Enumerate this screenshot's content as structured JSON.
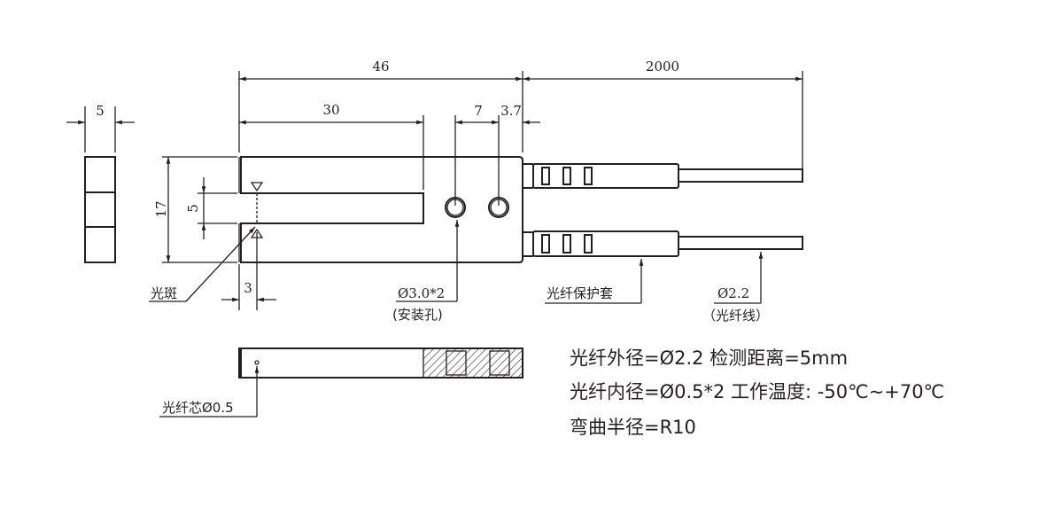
{
  "dimensions": {
    "total_length": "46",
    "cable_length": "2000",
    "slot_depth": "30",
    "hole_spacing": "7",
    "hole_edge": "3.7",
    "side_width": "5",
    "height": "17",
    "slot_width": "5",
    "spot_offset": "3"
  },
  "labels": {
    "light_spot": "光斑",
    "mount_hole": "Ø3.0*2",
    "mount_hole_note": "(安装孔)",
    "fiber_sleeve": "光纤保护套",
    "fiber_diameter": "Ø2.2",
    "fiber_note": "（光纤线）",
    "fiber_core": "光纤芯Ø0.5"
  },
  "specs": [
    "光纤外径=Ø2.2   检测距离=5mm",
    "光纤内径=Ø0.5*2  工作温度: -50℃~+70℃",
    "弯曲半径=R10"
  ]
}
